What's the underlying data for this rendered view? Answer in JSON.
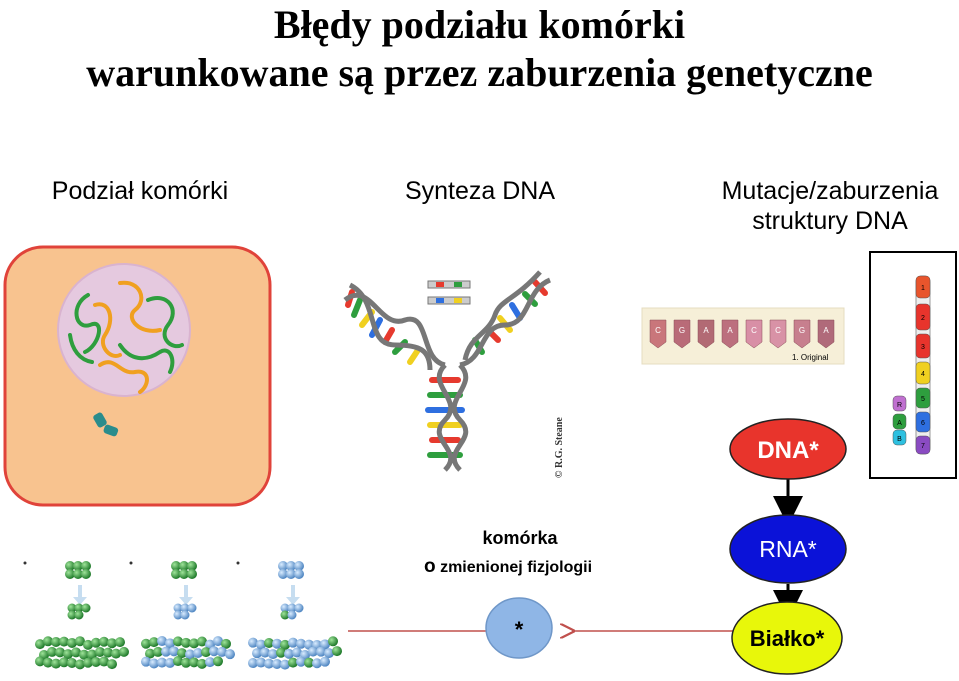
{
  "title": {
    "line1": "Błędy podziału komórki",
    "line2": "warunkowane są przez zaburzenia genetyczne"
  },
  "columns": {
    "cell_division": "Podział komórki",
    "dna_synthesis": "Synteza DNA",
    "mutations_line1": "Mutacje/zaburzenia",
    "mutations_line2": "struktury DNA"
  },
  "dna_strip": {
    "bases": [
      "C",
      "G",
      "A",
      "A",
      "C",
      "C",
      "G",
      "A"
    ],
    "caption": "1. Original"
  },
  "copyright": "© R.G. Steane",
  "chromosome_bands": [
    "1",
    "2",
    "3",
    "4",
    "5",
    "6",
    "7"
  ],
  "chromosome_small_bands": [
    "R",
    "A",
    "B"
  ],
  "flow": {
    "dna": "DNA*",
    "rna": "RNA*",
    "protein": "Białko*",
    "cell_line1": "komórka",
    "cell_line2_prefix": "o",
    "cell_line2_rest": "zmienionej fizjologii",
    "cell_marker": "*"
  },
  "colors": {
    "cell_fill": "#F8C38F",
    "cell_border": "#E0433A",
    "nucleus_fill": "#E5C9DF",
    "dna_node": "#E8342C",
    "rna_node": "#0B12D8",
    "protein_node": "#E8F70A",
    "altered_cell": "#8FB6E6",
    "arrow_red": "#C0504D"
  }
}
